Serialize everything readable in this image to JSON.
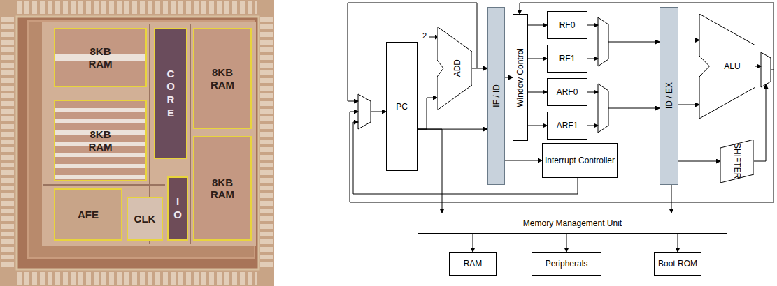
{
  "diagram": {
    "nodes": [
      {
        "text": [
          "8KB RAM"
        ]
      },
      {
        "text": [
          "CORE"
        ]
      },
      {
        "text": [
          "8KB RAM"
        ]
      },
      {
        "text": [
          "8KB RAM"
        ]
      },
      {
        "text": [
          "8KB RAM"
        ]
      },
      {
        "text": [
          "AFE"
        ]
      },
      {
        "text": [
          "CLK"
        ]
      },
      {
        "text": [
          "IO"
        ]
      },
      {
        "text": [
          "PC"
        ]
      },
      {
        "text": [
          "ADD"
        ]
      },
      {
        "text": [
          "IF / ID"
        ]
      },
      {
        "text": [
          "Window Control"
        ]
      },
      {
        "text": [
          "RF0"
        ]
      },
      {
        "text": [
          "RF1"
        ]
      },
      {
        "text": [
          "ARF0"
        ]
      },
      {
        "text": [
          "ARF1"
        ]
      },
      {
        "text": [
          "ID / EX"
        ]
      },
      {
        "text": [
          "ALU"
        ]
      },
      {
        "text": [
          "Interrupt Controller"
        ]
      },
      {
        "text": [
          "SHIFTER"
        ]
      },
      {
        "text": [
          "Memory Management Unit"
        ]
      },
      {
        "text": [
          "RAM"
        ]
      },
      {
        "text": [
          "Peripherals"
        ]
      },
      {
        "text": [
          "Boot ROM"
        ]
      }
    ],
    "edges": [
      {
        "from": 8,
        "to": 9,
        "arrow": "to"
      },
      {
        "from": 9,
        "to": 10,
        "arrow": "to"
      },
      {
        "from": 8,
        "to": 10,
        "arrow": "to"
      },
      {
        "from": 8,
        "to": 20,
        "arrow": "to"
      },
      {
        "from": 10,
        "to": 11,
        "arrow": "to"
      },
      {
        "from": 10,
        "to": 18,
        "arrow": "to"
      },
      {
        "from": 11,
        "to": 12,
        "arrow": "to"
      },
      {
        "from": 11,
        "to": 13,
        "arrow": "to"
      },
      {
        "from": 11,
        "to": 14,
        "arrow": "to"
      },
      {
        "from": 11,
        "to": 15,
        "arrow": "to"
      },
      {
        "from": 16,
        "to": 17,
        "arrow": "to"
      },
      {
        "from": 16,
        "to": 19,
        "arrow": "to"
      },
      {
        "from": 20,
        "to": 21,
        "arrow": "to"
      },
      {
        "from": 20,
        "to": 22,
        "arrow": "to"
      },
      {
        "from": 20,
        "to": 23,
        "arrow": "to"
      }
    ],
    "labels": [
      "2"
    ]
  }
}
